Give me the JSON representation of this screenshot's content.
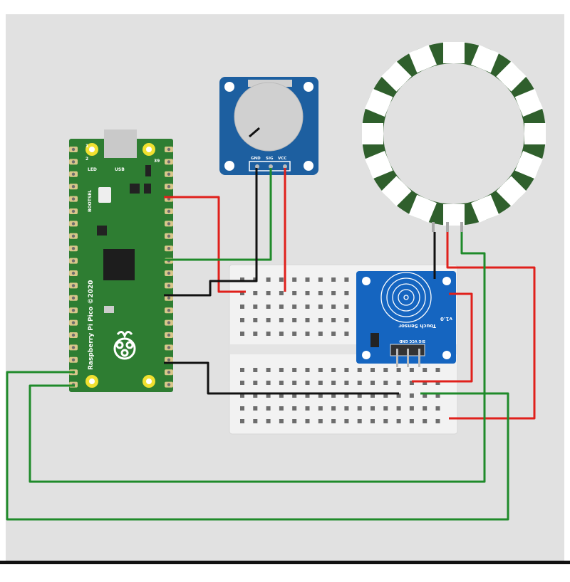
{
  "pico": {
    "name": "Raspberry Pi Pico ©2020",
    "pin_1": "1",
    "pin_2": "2",
    "pin_39": "39",
    "led_label": "LED",
    "usb_label": "USB",
    "bootsel_label": "BOOTSEL"
  },
  "potentiometer": {
    "pin_gnd": "GND",
    "pin_sig": "SIG",
    "pin_vcc": "VCC"
  },
  "touch_sensor": {
    "title": "Touch Sensor",
    "version": "v1.0",
    "pins": "SIG VCC GND"
  },
  "neopixel_ring": {
    "led_count": 16
  },
  "colors": {
    "wire_red": "#e0201b",
    "wire_green": "#1f8a2a",
    "wire_black": "#111111",
    "pico_green": "#2e7d32",
    "module_blue": "#1565a8"
  }
}
